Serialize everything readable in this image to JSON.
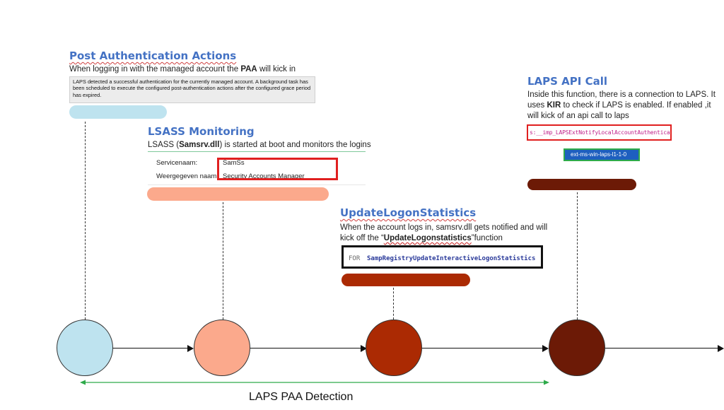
{
  "sections": {
    "paa": {
      "title": "Post Authentication Actions",
      "desc_pre": "When logging in with the managed account the ",
      "desc_bold": "PAA",
      "desc_post": " will kick in",
      "log_text": "LAPS detected a successful authentication for the currently managed account. A background task has been scheduled to execute the configured post-authentication actions after the configured grace period has expired."
    },
    "lsass": {
      "title": "LSASS Monitoring",
      "desc_pre": "LSASS (",
      "desc_bold": "Samsrv.dll",
      "desc_post": ") is started at boot and monitors the logins",
      "svc_name_label": "Servicenaam:",
      "svc_name_value": "SamSs",
      "display_name_label": "Weergegeven naam",
      "display_name_value": "Security Accounts Manager"
    },
    "update": {
      "title": "UpdateLogonStatistics",
      "desc_line1": "When the account logs in, samsrv.dll gets notified and will",
      "desc_line2_pre": "kick off the “",
      "desc_line2_bold": "UpdateLogonstatistics",
      "desc_line2_post": "”function",
      "code_prefix": "FOR",
      "code_text": "SampRegistryUpdateInteractiveLogonStatistics"
    },
    "api": {
      "title": "LAPS API Call",
      "desc_line1": "Inside this function, there is a connection to LAPS. It",
      "desc_line2_pre": "uses ",
      "desc_line2_bold": "KIR",
      "desc_line2_post": " to check if LAPS is enabled. If enabled ,it",
      "desc_line3": "will kick of an api call to laps",
      "code_text": "s:__imp_LAPSExtNotifyLocalAccountAuthentication",
      "dll_text": "ext-ms-win-laps-l1-1-0"
    }
  },
  "footer": {
    "label": "LAPS PAA Detection"
  },
  "colors": {
    "node1": "#bee3ef",
    "node2": "#fba98c",
    "node3": "#ab2a03",
    "node4": "#6c1a06",
    "title": "#4472c4",
    "highlight_box": "#e02020",
    "range_line": "#2eaa4a"
  }
}
